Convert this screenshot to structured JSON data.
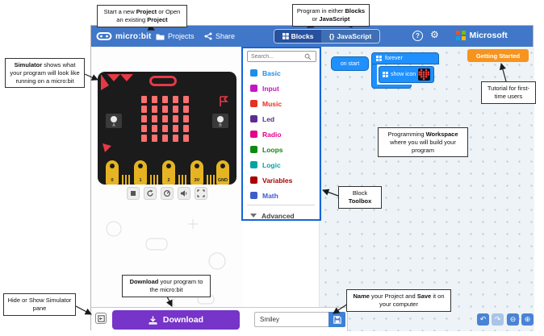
{
  "colors": {
    "header_blue": "#4077C8",
    "selected_tab_blue": "#27519E",
    "getting_started_orange": "#F7941E",
    "download_purple": "#7634C8",
    "block_blue": "#1E90FF",
    "workspace_bg": "#EDF3F7",
    "board_black": "#1B1B1B",
    "led_red": "#FF6F6F",
    "connector_gold": "#E6B422",
    "toolbox_highlight_blue": "#1565D8",
    "microsoft_squares": [
      "#F25022",
      "#7FBA00",
      "#00A4EF",
      "#FFB900"
    ]
  },
  "header": {
    "logo_text": "micro:bit",
    "projects_label": "Projects",
    "share_label": "Share",
    "blocks_label": "Blocks",
    "braces_icon": "{}",
    "javascript_label": "JavaScript",
    "help_icon": "?",
    "gear_icon": "⚙",
    "microsoft_label": "Microsoft"
  },
  "simulator": {
    "pins": [
      "0",
      "1",
      "2",
      "3V",
      "GND"
    ],
    "button_a_label": "A",
    "button_b_label": "B"
  },
  "toolbox": {
    "search_placeholder": "Search...",
    "categories": [
      {
        "label": "Basic",
        "color": "#1E8FE8"
      },
      {
        "label": "Input",
        "color": "#C515C5"
      },
      {
        "label": "Music",
        "color": "#E63022"
      },
      {
        "label": "Led",
        "color": "#5C2D91"
      },
      {
        "label": "Radio",
        "color": "#E3008C"
      },
      {
        "label": "Loops",
        "color": "#0E8A10"
      },
      {
        "label": "Logic",
        "color": "#00A4A6"
      },
      {
        "label": "Variables",
        "color": "#A80000"
      },
      {
        "label": "Math",
        "color": "#3D5CCC"
      }
    ],
    "advanced_label": "Advanced"
  },
  "workspace": {
    "getting_started_label": "Getting Started",
    "blocks": {
      "on_start": "on start",
      "forever": "forever",
      "show_icon": "show icon"
    },
    "controls": {
      "undo_icon": "↶",
      "redo_icon": "↷",
      "zoom_out_icon": "⊖",
      "zoom_in_icon": "⊕"
    }
  },
  "footer": {
    "download_label": "Download",
    "project_name": "Smiley"
  },
  "annotations": {
    "start_project": {
      "segments": [
        {
          "text": "Start a new ",
          "bold": false
        },
        {
          "text": "Project",
          "bold": true
        },
        {
          "text": " or Open an existing ",
          "bold": false
        },
        {
          "text": "Project",
          "bold": true
        }
      ]
    },
    "program_choice": {
      "segments": [
        {
          "text": "Program in either ",
          "bold": false
        },
        {
          "text": "Blocks",
          "bold": true
        },
        {
          "text": " or ",
          "bold": false
        },
        {
          "text": "JavaScript",
          "bold": true
        }
      ]
    },
    "simulator_pane": {
      "segments": [
        {
          "text": "Simulator",
          "bold": true
        },
        {
          "text": " shows what your program will look like running on a micro:bit",
          "bold": false
        }
      ]
    },
    "tutorial": {
      "segments": [
        {
          "text": "Tutorial for first-time users",
          "bold": false
        }
      ]
    },
    "workspace_area": {
      "segments": [
        {
          "text": "Programming ",
          "bold": false
        },
        {
          "text": "Workspace",
          "bold": true
        },
        {
          "text": " where you will build your program",
          "bold": false
        }
      ]
    },
    "toolbox_area": {
      "segments": [
        {
          "text": "Block ",
          "bold": false
        },
        {
          "text": "Toolbox",
          "bold": true
        }
      ]
    },
    "hide_simulator": {
      "segments": [
        {
          "text": "Hide or Show Simulator pane",
          "bold": false
        }
      ]
    },
    "download_program": {
      "segments": [
        {
          "text": "Download",
          "bold": true
        },
        {
          "text": " your program to the micro:bit",
          "bold": false
        }
      ]
    },
    "name_save": {
      "segments": [
        {
          "text": "Name",
          "bold": true
        },
        {
          "text": " your Project and ",
          "bold": false
        },
        {
          "text": "Save",
          "bold": true
        },
        {
          "text": " it on your computer",
          "bold": false
        }
      ]
    }
  }
}
